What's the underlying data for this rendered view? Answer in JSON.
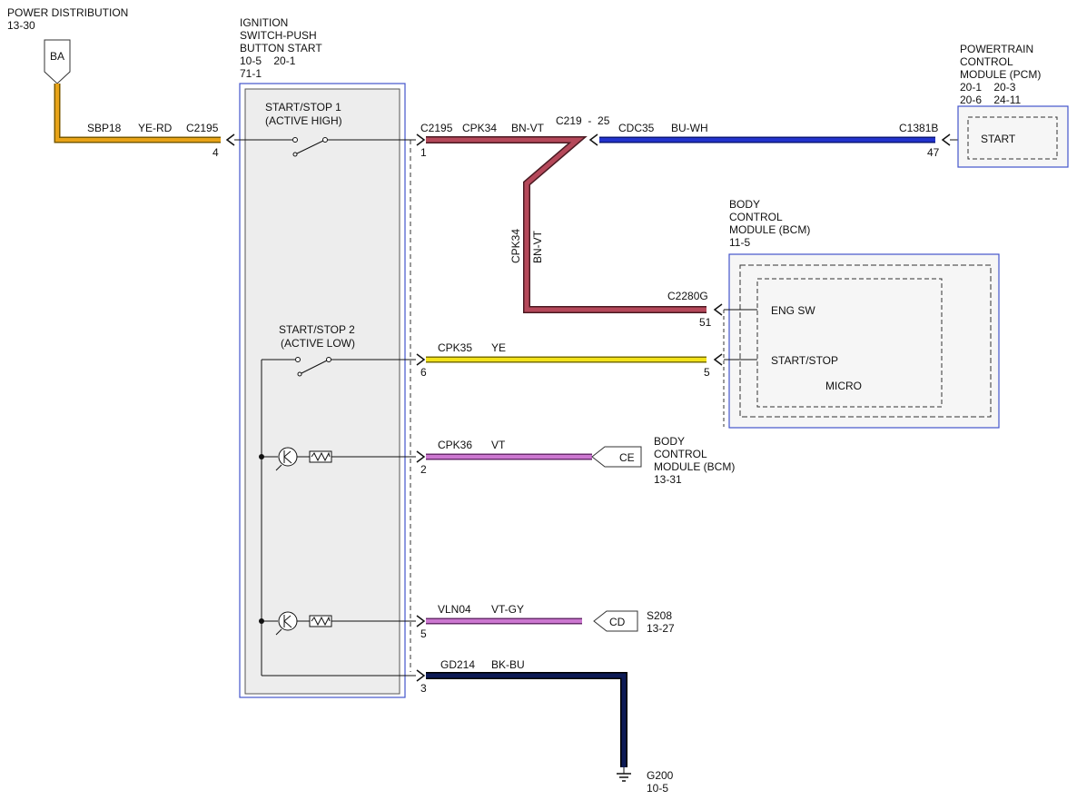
{
  "power": {
    "title": "POWER DISTRIBUTION",
    "ref": "13-30",
    "connector_tag": "BA"
  },
  "switch_module": {
    "lines": [
      "IGNITION",
      "SWITCH-PUSH",
      "BUTTON START"
    ],
    "refs": [
      "10-5    20-1",
      "71-1"
    ],
    "sw1": [
      "START/STOP 1",
      "(ACTIVE HIGH)"
    ],
    "sw2": [
      "START/STOP 2",
      "(ACTIVE LOW)"
    ]
  },
  "wires": {
    "sbp18": {
      "circuit": "SBP18",
      "color_code": "YE-RD",
      "connector": "C2195",
      "pin": "4",
      "color": "#e8a317"
    },
    "cpk34": {
      "circuit": "CPK34",
      "color_code": "BN-VT",
      "connector": "C2195",
      "pin": "1",
      "color": "#b5485a"
    },
    "splice": {
      "label": "C219  -  25"
    },
    "cdc35": {
      "circuit": "CDC35",
      "color_code": "BU-WH",
      "connector": "C1381B",
      "pin": "47",
      "color": "#2233cc"
    },
    "cpk34_v": {
      "circuit": "CPK34",
      "color_code": "BN-VT",
      "connector": "C2280G",
      "pin": "51"
    },
    "cpk35": {
      "circuit": "CPK35",
      "color_code": "YE",
      "pin_left": "6",
      "pin_right": "5",
      "color": "#f2e21a"
    },
    "cpk36": {
      "circuit": "CPK36",
      "color_code": "VT",
      "pin": "2",
      "color": "#cc77d0"
    },
    "vln04": {
      "circuit": "VLN04",
      "color_code": "VT-GY",
      "pin": "5",
      "color": "#cc77d0"
    },
    "gd214": {
      "circuit": "GD214",
      "color_code": "BK-BU",
      "pin": "3",
      "color": "#0d1a55"
    }
  },
  "pcm": {
    "lines": [
      "POWERTRAIN",
      "CONTROL",
      "MODULE (PCM)"
    ],
    "refs": [
      "20-1    20-3",
      "20-6    24-11"
    ],
    "signal": "START"
  },
  "bcm": {
    "lines": [
      "BODY",
      "CONTROL",
      "MODULE (BCM)"
    ],
    "ref": "11-5",
    "signal1": "ENG SW",
    "signal2": "START/STOP",
    "micro": "MICRO"
  },
  "ce": {
    "tag": "CE",
    "lines": [
      "BODY",
      "CONTROL",
      "MODULE (BCM)"
    ],
    "ref": "13-31"
  },
  "cd": {
    "tag": "CD",
    "name": "S208",
    "ref": "13-27"
  },
  "ground": {
    "name": "G200",
    "ref": "10-5"
  }
}
